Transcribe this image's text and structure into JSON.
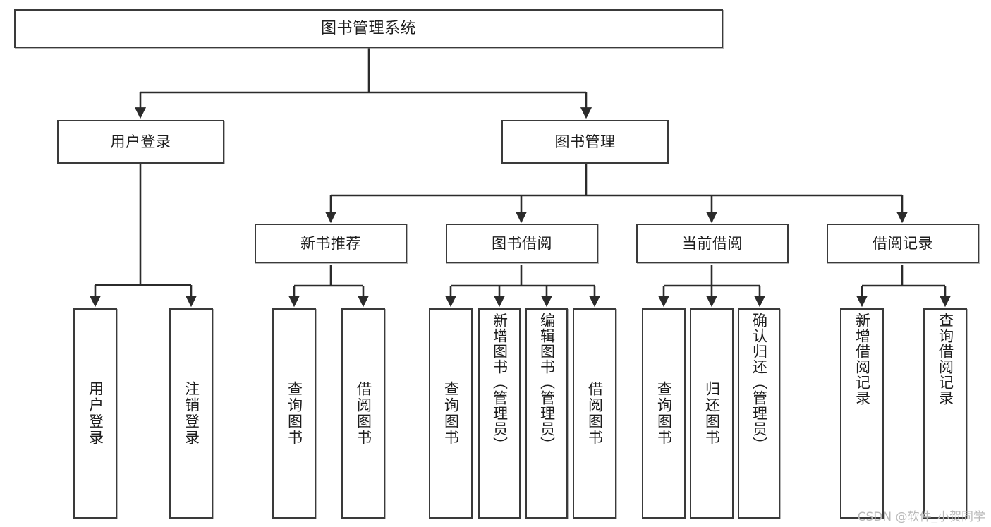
{
  "diagram": {
    "title": "图书管理系统",
    "type": "tree-hierarchy-chart",
    "watermark": "CSDN @软件_小贺同学",
    "colors": {
      "background": "#ffffff",
      "node_border": "#3a3a3a",
      "node_fill": "#ffffff",
      "edge": "#2b2b2b",
      "text": "#1d1d1d",
      "watermark": "#b9b9b9"
    }
  },
  "nodes": {
    "root": {
      "label": "图书管理系统"
    },
    "level1": [
      {
        "id": "user-login",
        "label": "用户登录"
      },
      {
        "id": "book-manage",
        "label": "图书管理"
      }
    ],
    "level2": [
      {
        "id": "new-book-recommend",
        "label": "新书推荐"
      },
      {
        "id": "book-borrow",
        "label": "图书借阅"
      },
      {
        "id": "current-borrow",
        "label": "当前借阅"
      },
      {
        "id": "borrow-record",
        "label": "借阅记录"
      }
    ],
    "leaves": {
      "user_login": [
        {
          "id": "leaf-user-login",
          "label": "用户登录"
        },
        {
          "id": "leaf-logout-login",
          "label": "注销登录"
        }
      ],
      "new_book_recommend": [
        {
          "id": "leaf-query-book-1",
          "label": "查询图书"
        },
        {
          "id": "leaf-borrow-book-1",
          "label": "借阅图书"
        }
      ],
      "book_borrow": [
        {
          "id": "leaf-query-book-2",
          "label": "查询图书"
        },
        {
          "id": "leaf-add-book",
          "label": "新增图书（管理员）"
        },
        {
          "id": "leaf-edit-book",
          "label": "编辑图书（管理员）"
        },
        {
          "id": "leaf-borrow-book-2",
          "label": "借阅图书"
        }
      ],
      "current_borrow": [
        {
          "id": "leaf-query-book-3",
          "label": "查询图书"
        },
        {
          "id": "leaf-return-book",
          "label": "归还图书"
        },
        {
          "id": "leaf-confirm-return",
          "label": "确认归还（管理员）"
        }
      ],
      "borrow_record": [
        {
          "id": "leaf-add-record",
          "label": "新增借阅记录"
        },
        {
          "id": "leaf-query-record",
          "label": "查询借阅记录"
        }
      ]
    }
  }
}
